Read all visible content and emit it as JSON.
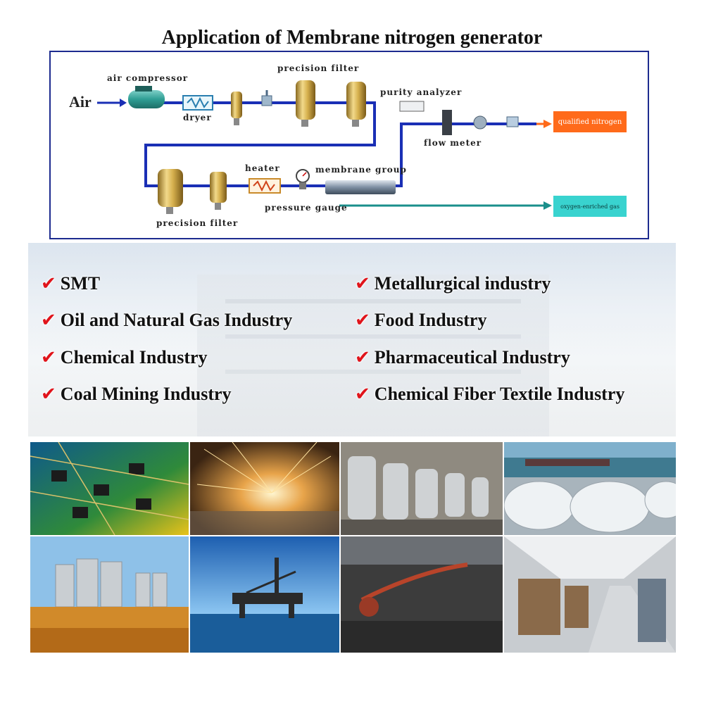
{
  "title": "Application of Membrane nitrogen generator",
  "diagram": {
    "air_label": "Air",
    "labels": {
      "air_compressor": "air compressor",
      "dryer": "dryer",
      "precision_filter_top": "precision filter",
      "purity_analyzer": "purity analyzer",
      "flow_meter": "flow meter",
      "heater": "heater",
      "membrane_group": "membrane group",
      "pressure_gauge": "pressure gauge",
      "precision_filter_bottom": "precision filter"
    },
    "outputs": {
      "qualified_nitrogen": "qualified nitrogen",
      "oxygen_enriched_gas": "oxygen-enriched gas"
    },
    "colors": {
      "pipe": "#1a2fb5",
      "output_box": "#ff6a1a",
      "oxygen_box": "#39d3cf",
      "frame": "#1d2b8f"
    }
  },
  "applications": [
    "SMT",
    "Metallurgical industry",
    "Oil and Natural Gas Industry",
    "Food Industry",
    "Chemical Industry",
    "Pharmaceutical Industry",
    "Coal Mining Industry",
    "Chemical Fiber Textile Industry"
  ],
  "check_icon": "red-checkmark-icon",
  "photos": [
    "circuit-board-photo",
    "metal-cutting-sparks-photo",
    "steel-fermentation-tanks-photo",
    "storage-tanks-and-ship-photo",
    "grain-silos-wheat-field-photo",
    "offshore-oil-platform-photo",
    "coal-mine-conveyor-photo",
    "textile-factory-photo"
  ]
}
